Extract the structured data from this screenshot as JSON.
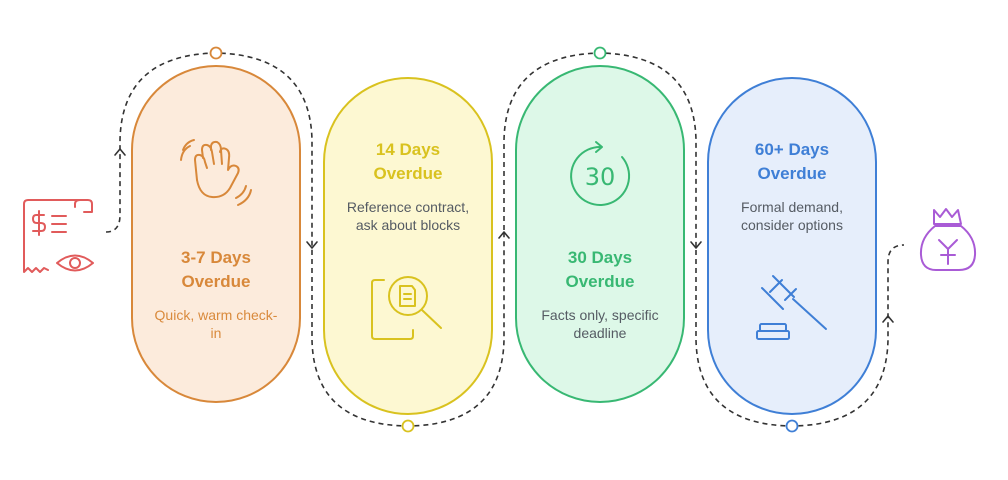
{
  "stages": [
    {
      "title_line1": "3-7 Days",
      "title_line2": "Overdue",
      "desc_line1": "Quick, warm check-",
      "desc_line2": "in",
      "icon": "waving-hand-icon",
      "color": "#d8883a",
      "fill": "#fcebdc"
    },
    {
      "title_line1": "14 Days",
      "title_line2": "Overdue",
      "desc_line1": "Reference contract,",
      "desc_line2": "ask about blocks",
      "icon": "document-search-icon",
      "color": "#d9c21f",
      "fill": "#fdf8d2"
    },
    {
      "title_line1": "30 Days",
      "title_line2": "Overdue",
      "desc_line1": "Facts only, specific",
      "desc_line2": "deadline",
      "icon": "timer-30-icon",
      "icon_text": "30",
      "color": "#38b873",
      "fill": "#ddf8e8"
    },
    {
      "title_line1": "60+ Days",
      "title_line2": "Overdue",
      "desc_line1": "Formal demand,",
      "desc_line2": "consider options",
      "icon": "gavel-icon",
      "color": "#3f7fd6",
      "fill": "#e6eefb"
    }
  ],
  "start_icon": "invoice-eye-icon",
  "end_icon": "money-bag-icon",
  "colors": {
    "start": "#e15b5b",
    "end": "#a95bd6",
    "connector": "#333333"
  }
}
